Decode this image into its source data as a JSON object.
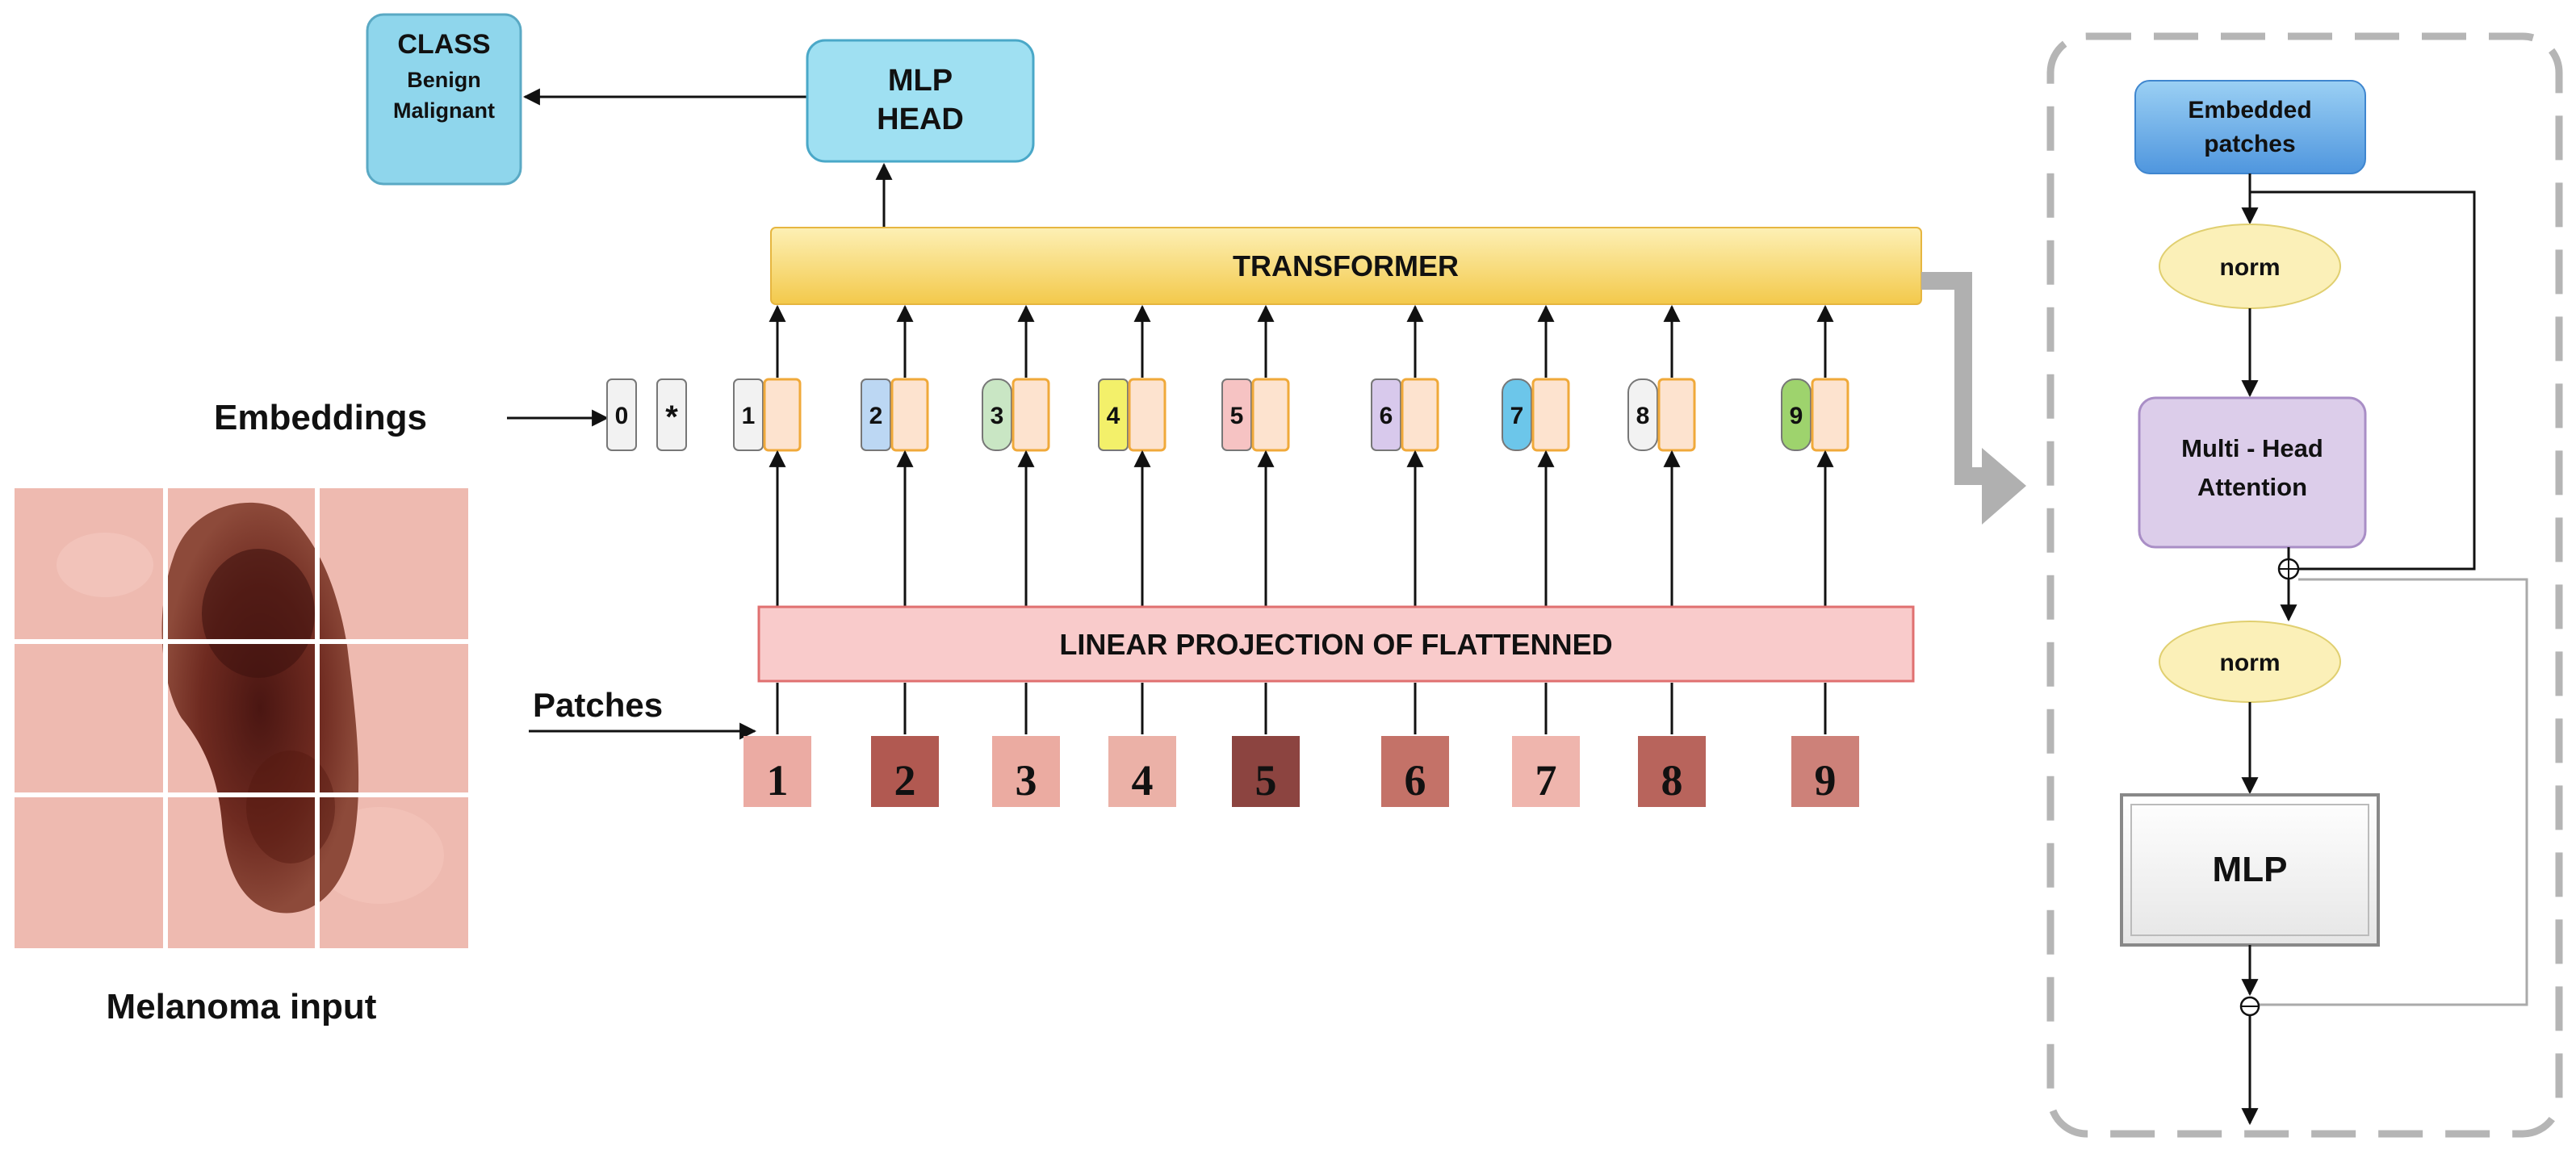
{
  "class_box": {
    "line1": "CLASS",
    "line2": "Benign",
    "line3": "Malignant"
  },
  "mlp_head": {
    "line1": "MLP",
    "line2": "HEAD"
  },
  "transformer": {
    "label": "TRANSFORMER"
  },
  "embeddings_label": "Embeddings",
  "patches_label": "Patches",
  "linear_projection": {
    "label": "LINEAR PROJECTION OF FLATTENNED"
  },
  "input_caption": "Melanoma input",
  "tokens": [
    {
      "label": "0",
      "color": "#f2f2f2"
    },
    {
      "label": "*",
      "color": "#f2f2f2"
    },
    {
      "label": "1",
      "color": "#f2f2f2"
    },
    {
      "label": "2",
      "color": "#bcd7f3"
    },
    {
      "label": "3",
      "color": "#c9e6c4"
    },
    {
      "label": "4",
      "color": "#f3f06a"
    },
    {
      "label": "5",
      "color": "#f6c3c3"
    },
    {
      "label": "6",
      "color": "#d8c9ec"
    },
    {
      "label": "7",
      "color": "#6cc6ea"
    },
    {
      "label": "8",
      "color": "#f2f2f2"
    },
    {
      "label": "9",
      "color": "#9ed36d"
    }
  ],
  "patches": [
    {
      "label": "1",
      "tone": "#e9a8a0"
    },
    {
      "label": "2",
      "tone": "#9c3b33"
    },
    {
      "label": "3",
      "tone": "#eaa89e"
    },
    {
      "label": "4",
      "tone": "#eab0a6"
    },
    {
      "label": "5",
      "tone": "#6b1f1c"
    },
    {
      "label": "6",
      "tone": "#b65c52"
    },
    {
      "label": "7",
      "tone": "#efb6ad"
    },
    {
      "label": "8",
      "tone": "#a64a42"
    },
    {
      "label": "9",
      "tone": "#c27068"
    }
  ],
  "encoder": {
    "embedded_patches": {
      "line1": "Embedded",
      "line2": "patches"
    },
    "norm1": "norm",
    "attention": {
      "line1": "Multi - Head",
      "line2": "Attention"
    },
    "norm2": "norm",
    "mlp": "MLP"
  },
  "colors": {
    "class_fill": "#8fd6ec",
    "mlp_head_fill": "#9fe0f2",
    "transformer_fill": "#f6cd55",
    "projection_fill": "#f9cbcb",
    "projection_stroke": "#e07070",
    "embedding_pos_fill": "#fde3cf",
    "embedding_pos_stroke": "#f0a93a",
    "norm_fill": "#fbf0b8",
    "attention_fill": "#dccdea",
    "embedded_patches_fill": "#6aaeea",
    "dashed_border": "#b5b5b5",
    "connector_gray": "#aaaaaa"
  },
  "icons": {
    "residual_add": "circle-plus-icon"
  }
}
